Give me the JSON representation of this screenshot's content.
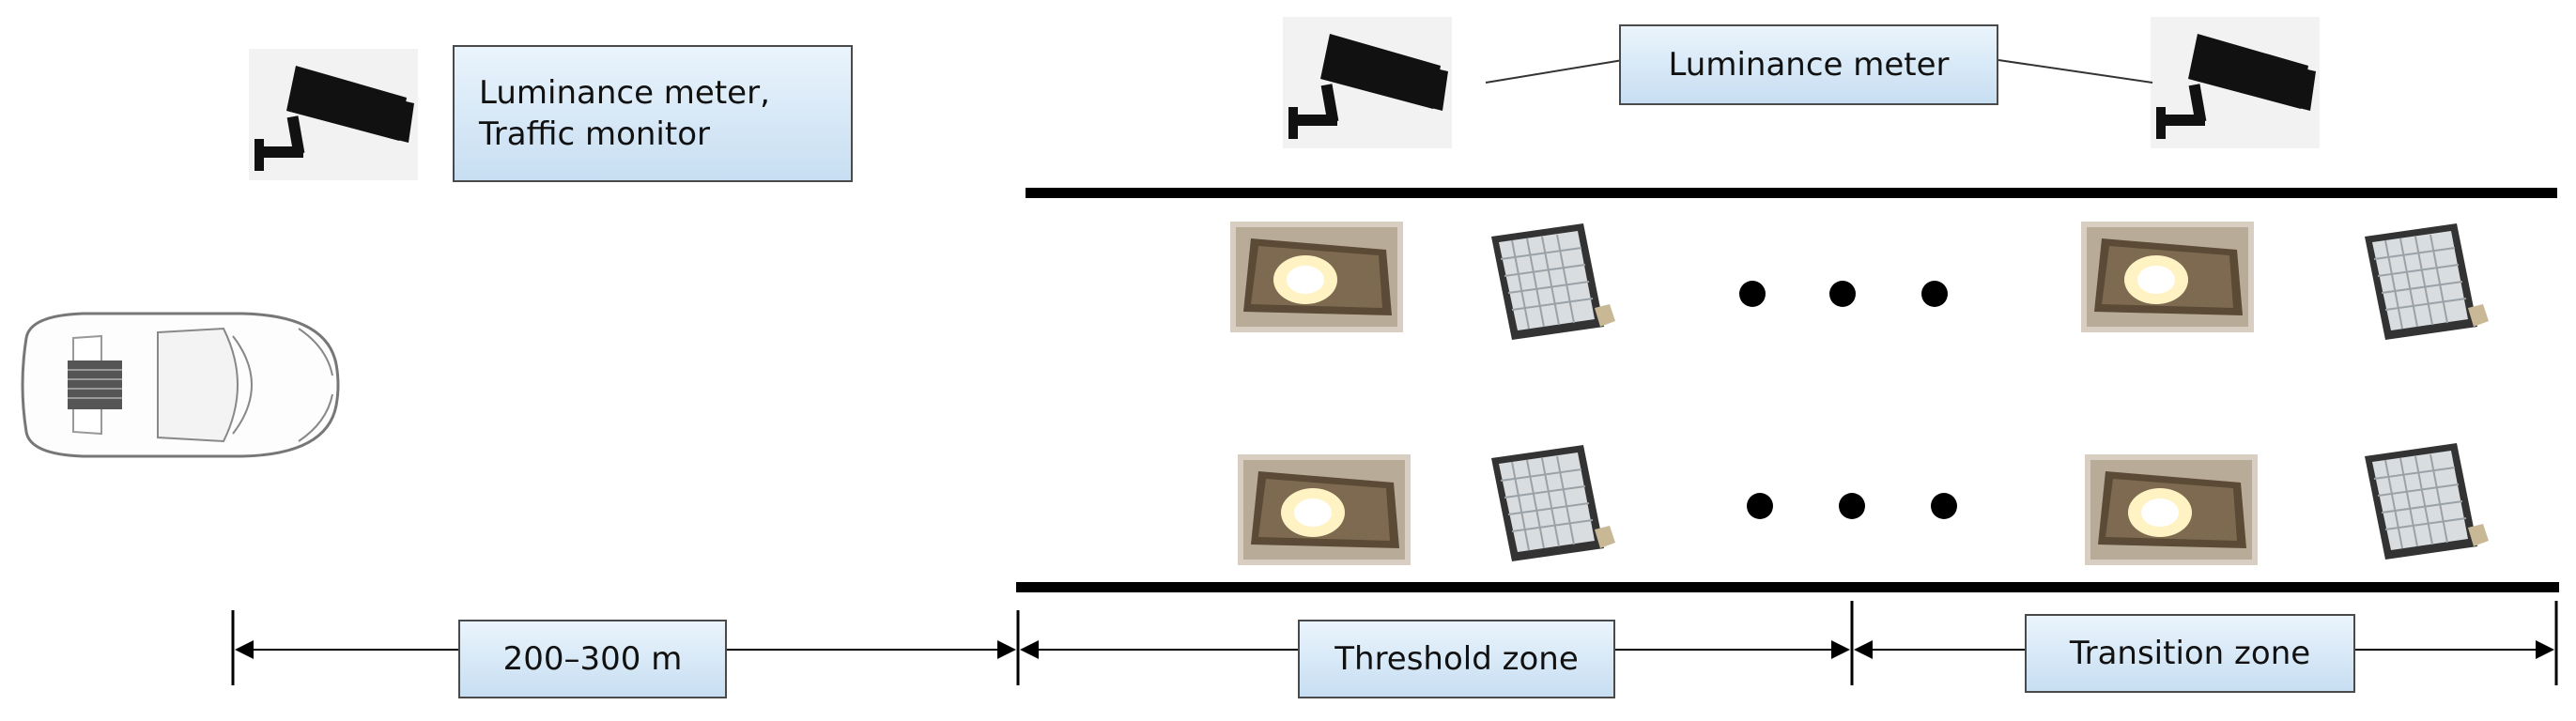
{
  "labels": {
    "left_sensor_line1": "Luminance meter,",
    "left_sensor_line2": "Traffic monitor",
    "top_sensor": "Luminance meter",
    "distance": "200–300 m",
    "threshold_zone": "Threshold zone",
    "transition_zone": "Transition zone"
  },
  "icons": {
    "camera": "security-camera-icon",
    "lamp": "tunnel-light-icon",
    "floodlight": "led-floodlight-icon",
    "car": "car-top-view-icon",
    "ellipsis": "ellipsis-dots"
  },
  "colors": {
    "label_fill_top": "#eaf4fc",
    "label_fill_bottom": "#c7def2",
    "road_line": "#000000"
  }
}
